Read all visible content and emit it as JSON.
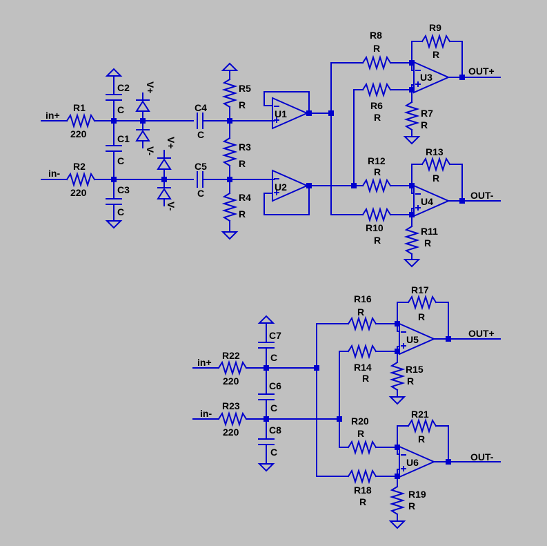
{
  "schematic": {
    "labels": {
      "in_plus_top": "in+",
      "in_minus_top": "in-",
      "in_plus_bottom": "in+",
      "in_minus_bottom": "in-",
      "out_plus_top": "OUT+",
      "out_minus_top": "OUT-",
      "out_plus_bottom": "OUT+",
      "out_minus_bottom": "OUT-",
      "power_pos": "V+",
      "power_neg": "V-"
    },
    "resistors": {
      "R1": {
        "name": "R1",
        "value": "220"
      },
      "R2": {
        "name": "R2",
        "value": "220"
      },
      "R3": {
        "name": "R3",
        "value": "R"
      },
      "R4": {
        "name": "R4",
        "value": "R"
      },
      "R5": {
        "name": "R5",
        "value": "R"
      },
      "R6": {
        "name": "R6",
        "value": "R"
      },
      "R7": {
        "name": "R7",
        "value": "R"
      },
      "R8": {
        "name": "R8",
        "value": "R"
      },
      "R9": {
        "name": "R9",
        "value": "R"
      },
      "R10": {
        "name": "R10",
        "value": "R"
      },
      "R11": {
        "name": "R11",
        "value": "R"
      },
      "R12": {
        "name": "R12",
        "value": "R"
      },
      "R13": {
        "name": "R13",
        "value": "R"
      },
      "R14": {
        "name": "R14",
        "value": "R"
      },
      "R15": {
        "name": "R15",
        "value": "R"
      },
      "R16": {
        "name": "R16",
        "value": "R"
      },
      "R17": {
        "name": "R17",
        "value": "R"
      },
      "R18": {
        "name": "R18",
        "value": "R"
      },
      "R19": {
        "name": "R19",
        "value": "R"
      },
      "R20": {
        "name": "R20",
        "value": "R"
      },
      "R21": {
        "name": "R21",
        "value": "R"
      },
      "R22": {
        "name": "R22",
        "value": "220"
      },
      "R23": {
        "name": "R23",
        "value": "220"
      }
    },
    "capacitors": {
      "C1": {
        "name": "C1",
        "value": "C"
      },
      "C2": {
        "name": "C2",
        "value": "C"
      },
      "C3": {
        "name": "C3",
        "value": "C"
      },
      "C4": {
        "name": "C4",
        "value": "C"
      },
      "C5": {
        "name": "C5",
        "value": "C"
      },
      "C6": {
        "name": "C6",
        "value": "C"
      },
      "C7": {
        "name": "C7",
        "value": "C"
      },
      "C8": {
        "name": "C8",
        "value": "C"
      }
    },
    "opamps": {
      "U1": "U1",
      "U2": "U2",
      "U3": "U3",
      "U4": "U4",
      "U5": "U5",
      "U6": "U6"
    },
    "colors": {
      "wire": "#0000cc",
      "background": "#c0c0c0",
      "text": "#000000"
    }
  }
}
